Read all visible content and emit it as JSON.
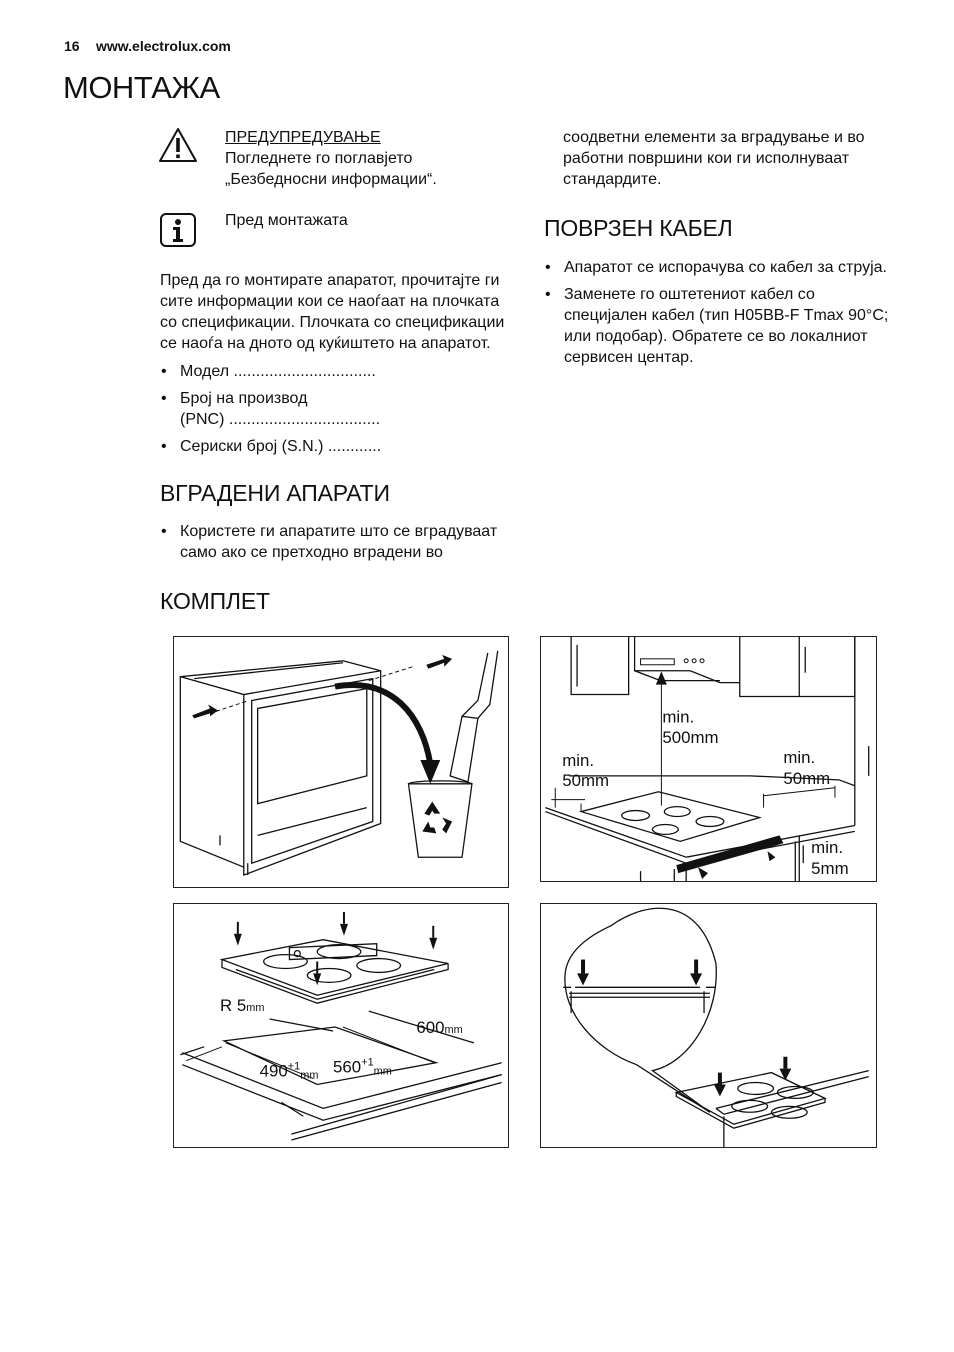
{
  "header": {
    "page_number": "16",
    "website": "www.electrolux.com",
    "title": "МОНТАЖА"
  },
  "warning": {
    "title": "ПРЕДУПРЕДУВАЊЕ",
    "text_line1": "Погледнете го поглавјето",
    "text_line2": "„Безбедносни информации“."
  },
  "info": {
    "text": "Пред монтажата"
  },
  "intro": {
    "line1": "Пред да го монтирате апаратот, прочитајте ги",
    "line2": "сите информации кои се наоѓаат на плочката",
    "line3": "со спецификации. Плочката со спецификации",
    "line4": "се наоѓа на дното од куќиштето на апаратот."
  },
  "spec_list": {
    "model": "Модел ................................",
    "product_line1": "Број на производ",
    "product_line2": "(PNC) ..................................",
    "serial": "Сериски број (S.N.) ............"
  },
  "built_in": {
    "heading": "ВГРАДЕНИ АПАРАТИ",
    "item_line1": "Користете ги апаратите што се вградуваат",
    "item_line2": "само ако се претходно вградени во"
  },
  "right_column": {
    "continuation_line1": "соодветни елементи за вградување и во",
    "continuation_line2": "работни површини кои ги исполнуваат",
    "continuation_line3": "стандардите.",
    "cable_heading": "ПОВРЗЕН КАБЕЛ",
    "cable_item1": "Апаратот се испорачува со кабел за струја.",
    "cable_item2_line1": "Заменете го оштетениот кабел со",
    "cable_item2_line2": "специјален кабел (тип H05BB-F Tmax 90°C;",
    "cable_item2_line3": "или подобар). Обратете се во локалниот",
    "cable_item2_line4": "сервисен центар."
  },
  "kit": {
    "heading": "КОМПЛЕТ"
  },
  "figure2": {
    "min_top_a": "min.",
    "min_top_b": "500mm",
    "min_left_a": "min.",
    "min_left_b": "50mm",
    "min_right_a": "min.",
    "min_right_b": "50mm",
    "min_bottom_a": "min.",
    "min_bottom_b": "5mm"
  },
  "figure3": {
    "radius": "R 5",
    "radius_unit": "mm",
    "depth": "600",
    "depth_unit": "mm",
    "w1": "490",
    "w1_tol": "+1",
    "w1_unit": "mm",
    "w2": "560",
    "w2_tol": "+1",
    "w2_unit": "mm"
  },
  "icons": [
    "warning-triangle-icon",
    "info-icon",
    "recycle-icon",
    "arrow-icon"
  ]
}
